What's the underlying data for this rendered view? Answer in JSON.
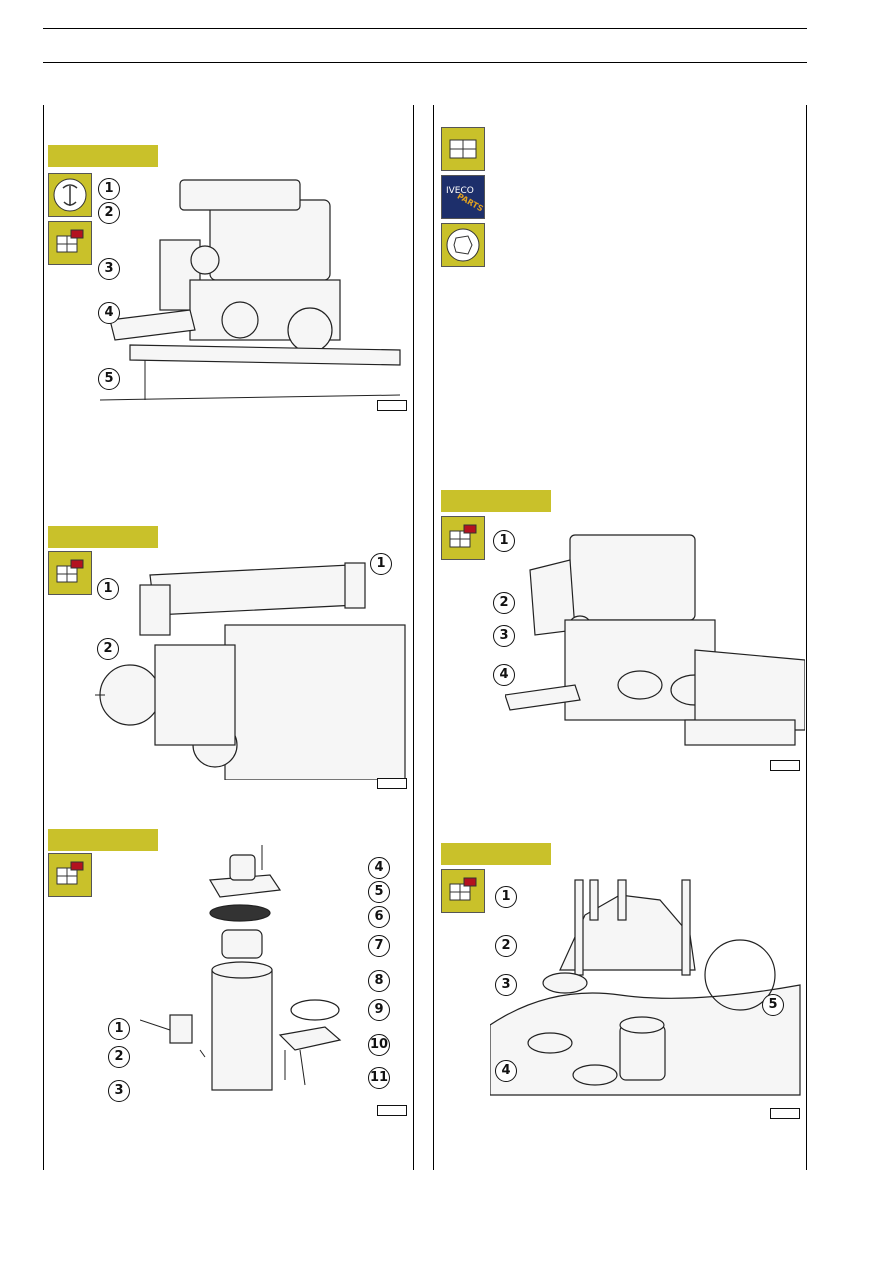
{
  "brand": {
    "name": "IVECO",
    "sub": "PARTS"
  },
  "callouts": {
    "fig1": [
      "1",
      "2",
      "3",
      "4",
      "5"
    ],
    "fig2": [
      "1",
      "1",
      "2"
    ],
    "fig3": [
      "4",
      "5",
      "6",
      "7",
      "8",
      "9",
      "10",
      "11",
      "1",
      "2",
      "3"
    ],
    "fig4": [
      "1",
      "2",
      "3",
      "4"
    ],
    "fig5": [
      "1",
      "2",
      "3",
      "4",
      "5"
    ]
  }
}
